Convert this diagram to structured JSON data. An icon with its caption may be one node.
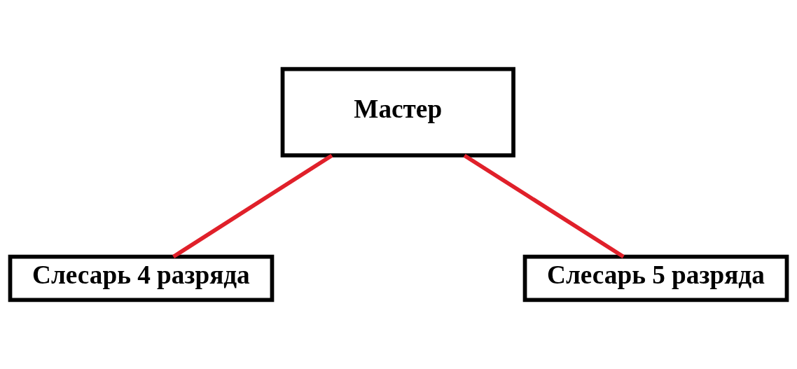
{
  "diagram": {
    "nodes": [
      {
        "text": [
          "Мастер"
        ]
      },
      {
        "text": [
          "Слесарь 4 разряда"
        ]
      },
      {
        "text": [
          "Слесарь 5 разряда"
        ]
      }
    ],
    "edges": [
      {
        "from": 0,
        "to": 1,
        "arrow": "none"
      },
      {
        "from": 0,
        "to": 2,
        "arrow": "none"
      }
    ]
  }
}
